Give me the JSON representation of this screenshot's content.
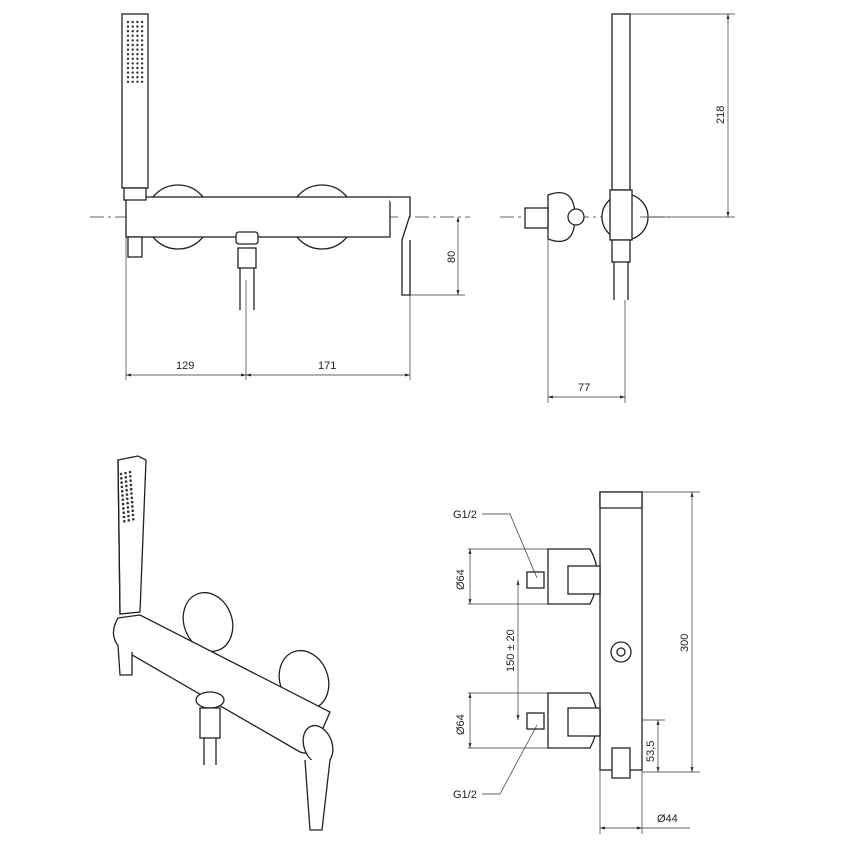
{
  "front_view": {
    "dim_left": "129",
    "dim_right": "171",
    "dim_height": "80"
  },
  "side_view": {
    "dim_shower": "218",
    "dim_depth": "77"
  },
  "rear_view": {
    "inlet_top_label": "G1/2",
    "inlet_bottom_label": "G1/2",
    "disc_top_diameter": "Ø64",
    "disc_bottom_diameter": "Ø64",
    "inlet_spacing": "150 ± 20",
    "total_height": "300",
    "outlet_height": "53,5",
    "body_diameter": "Ø44"
  }
}
